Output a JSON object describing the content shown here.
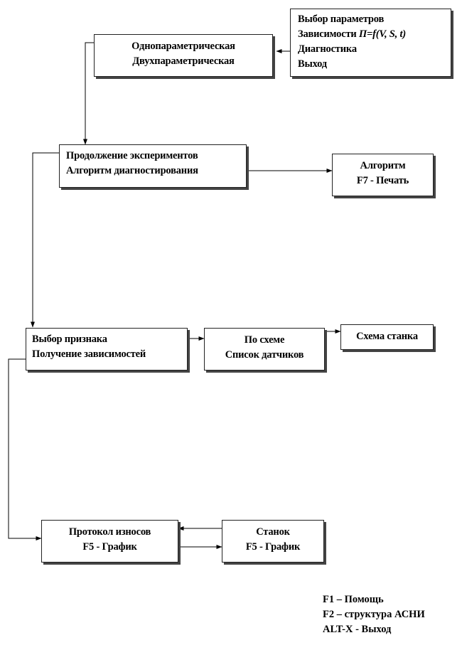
{
  "boxes": {
    "main_menu": {
      "lines": [
        "Выбор параметров",
        "Зависимости ",
        "Диагностика",
        "Выход"
      ],
      "formula": "П=f(V, S, t)"
    },
    "param_type": {
      "lines": [
        "Однопараметрическая",
        "Двухпараметрическая"
      ]
    },
    "experiments": {
      "lines": [
        "Продолжение экспериментов",
        "Алгоритм диагностирования"
      ]
    },
    "algorithm": {
      "lines": [
        "Алгоритм",
        "F7 - Печать"
      ]
    },
    "feature": {
      "lines": [
        "Выбор признака",
        "Получение зависимостей"
      ]
    },
    "by_scheme": {
      "lines": [
        "По схеме",
        "Список датчиков"
      ]
    },
    "machine_scheme": {
      "lines": [
        "Схема станка"
      ]
    },
    "wear_protocol": {
      "lines": [
        "Протокол износов",
        "F5 - График"
      ]
    },
    "machine": {
      "lines": [
        "Станок",
        "F5 - График"
      ]
    }
  },
  "legend": [
    "F1 – Помощь",
    "F2 – структура АСНИ",
    "ALT-X - Выход"
  ]
}
